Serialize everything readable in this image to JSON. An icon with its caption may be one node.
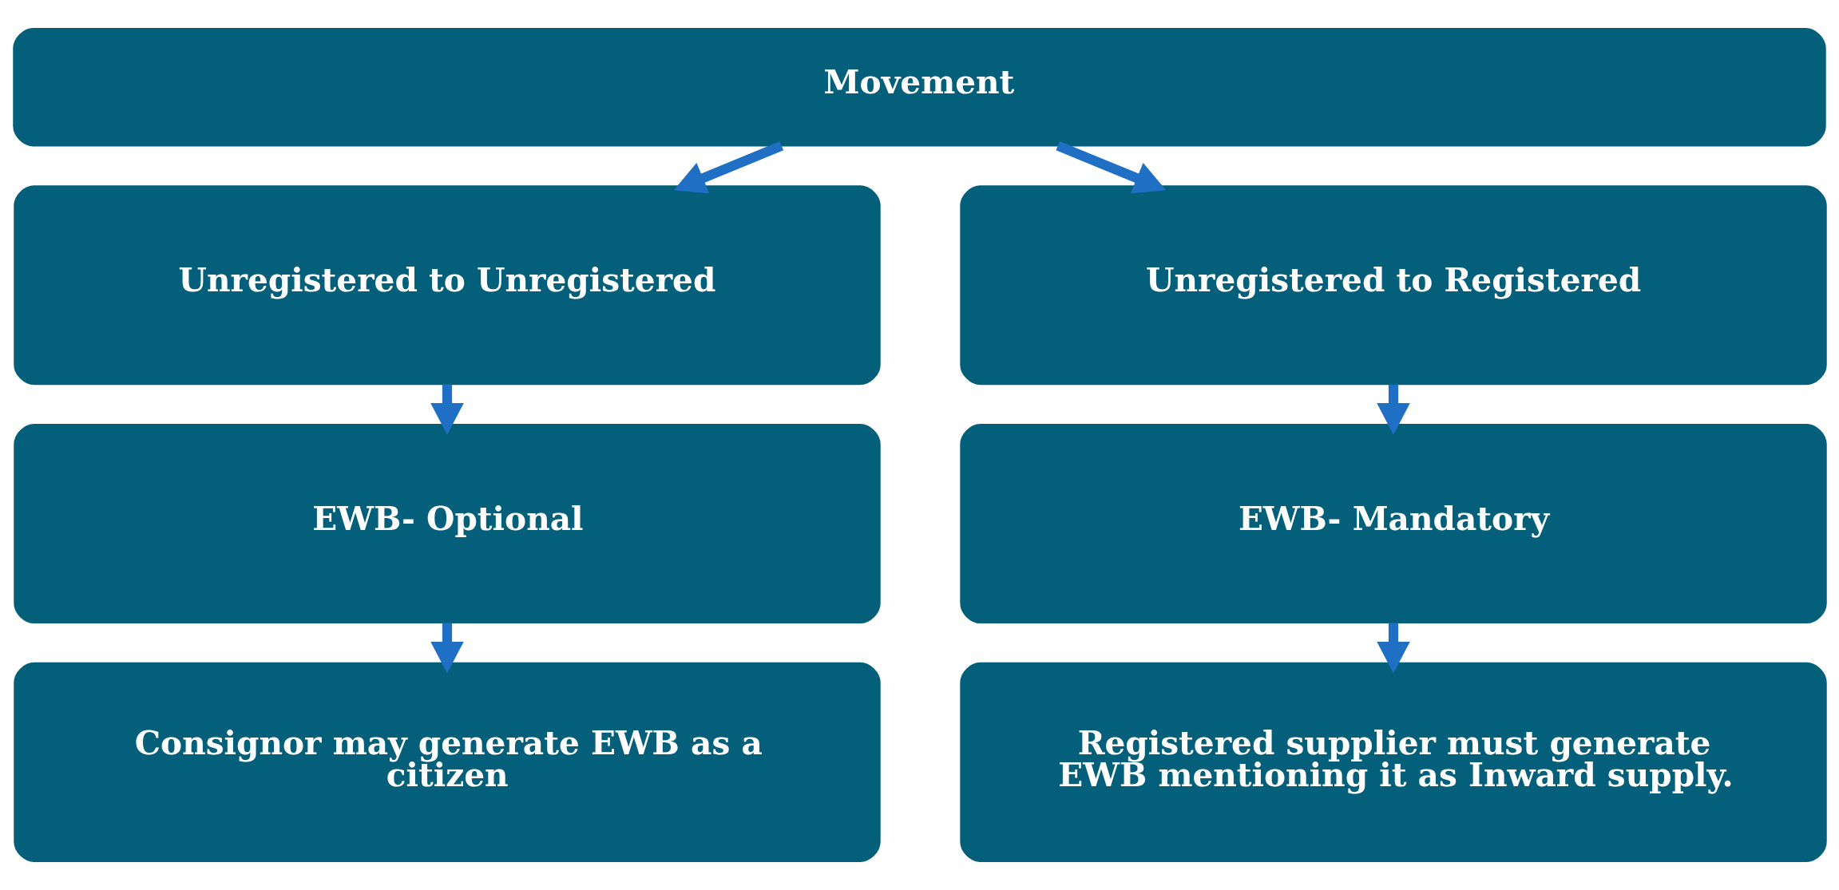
{
  "diagram": {
    "nodes": [
      {
        "text": [
          "Movement"
        ]
      },
      {
        "text": [
          "Unregistered to Unregistered"
        ]
      },
      {
        "text": [
          "Unregistered to Registered"
        ]
      },
      {
        "text": [
          "EWB- Optional"
        ]
      },
      {
        "text": [
          "EWB- Mandatory"
        ]
      },
      {
        "text": [
          "Consignor may generate EWB as a citizen"
        ]
      },
      {
        "text": [
          "Registered supplier must generate EWB mentioning it as Inward supply."
        ]
      }
    ],
    "edges": [
      {
        "from": 0,
        "to": 1,
        "arrow": "to"
      },
      {
        "from": 0,
        "to": 2,
        "arrow": "to"
      },
      {
        "from": 1,
        "to": 3,
        "arrow": "to"
      },
      {
        "from": 2,
        "to": 4,
        "arrow": "to"
      },
      {
        "from": 3,
        "to": 5,
        "arrow": "to"
      },
      {
        "from": 4,
        "to": 6,
        "arrow": "to"
      }
    ]
  }
}
